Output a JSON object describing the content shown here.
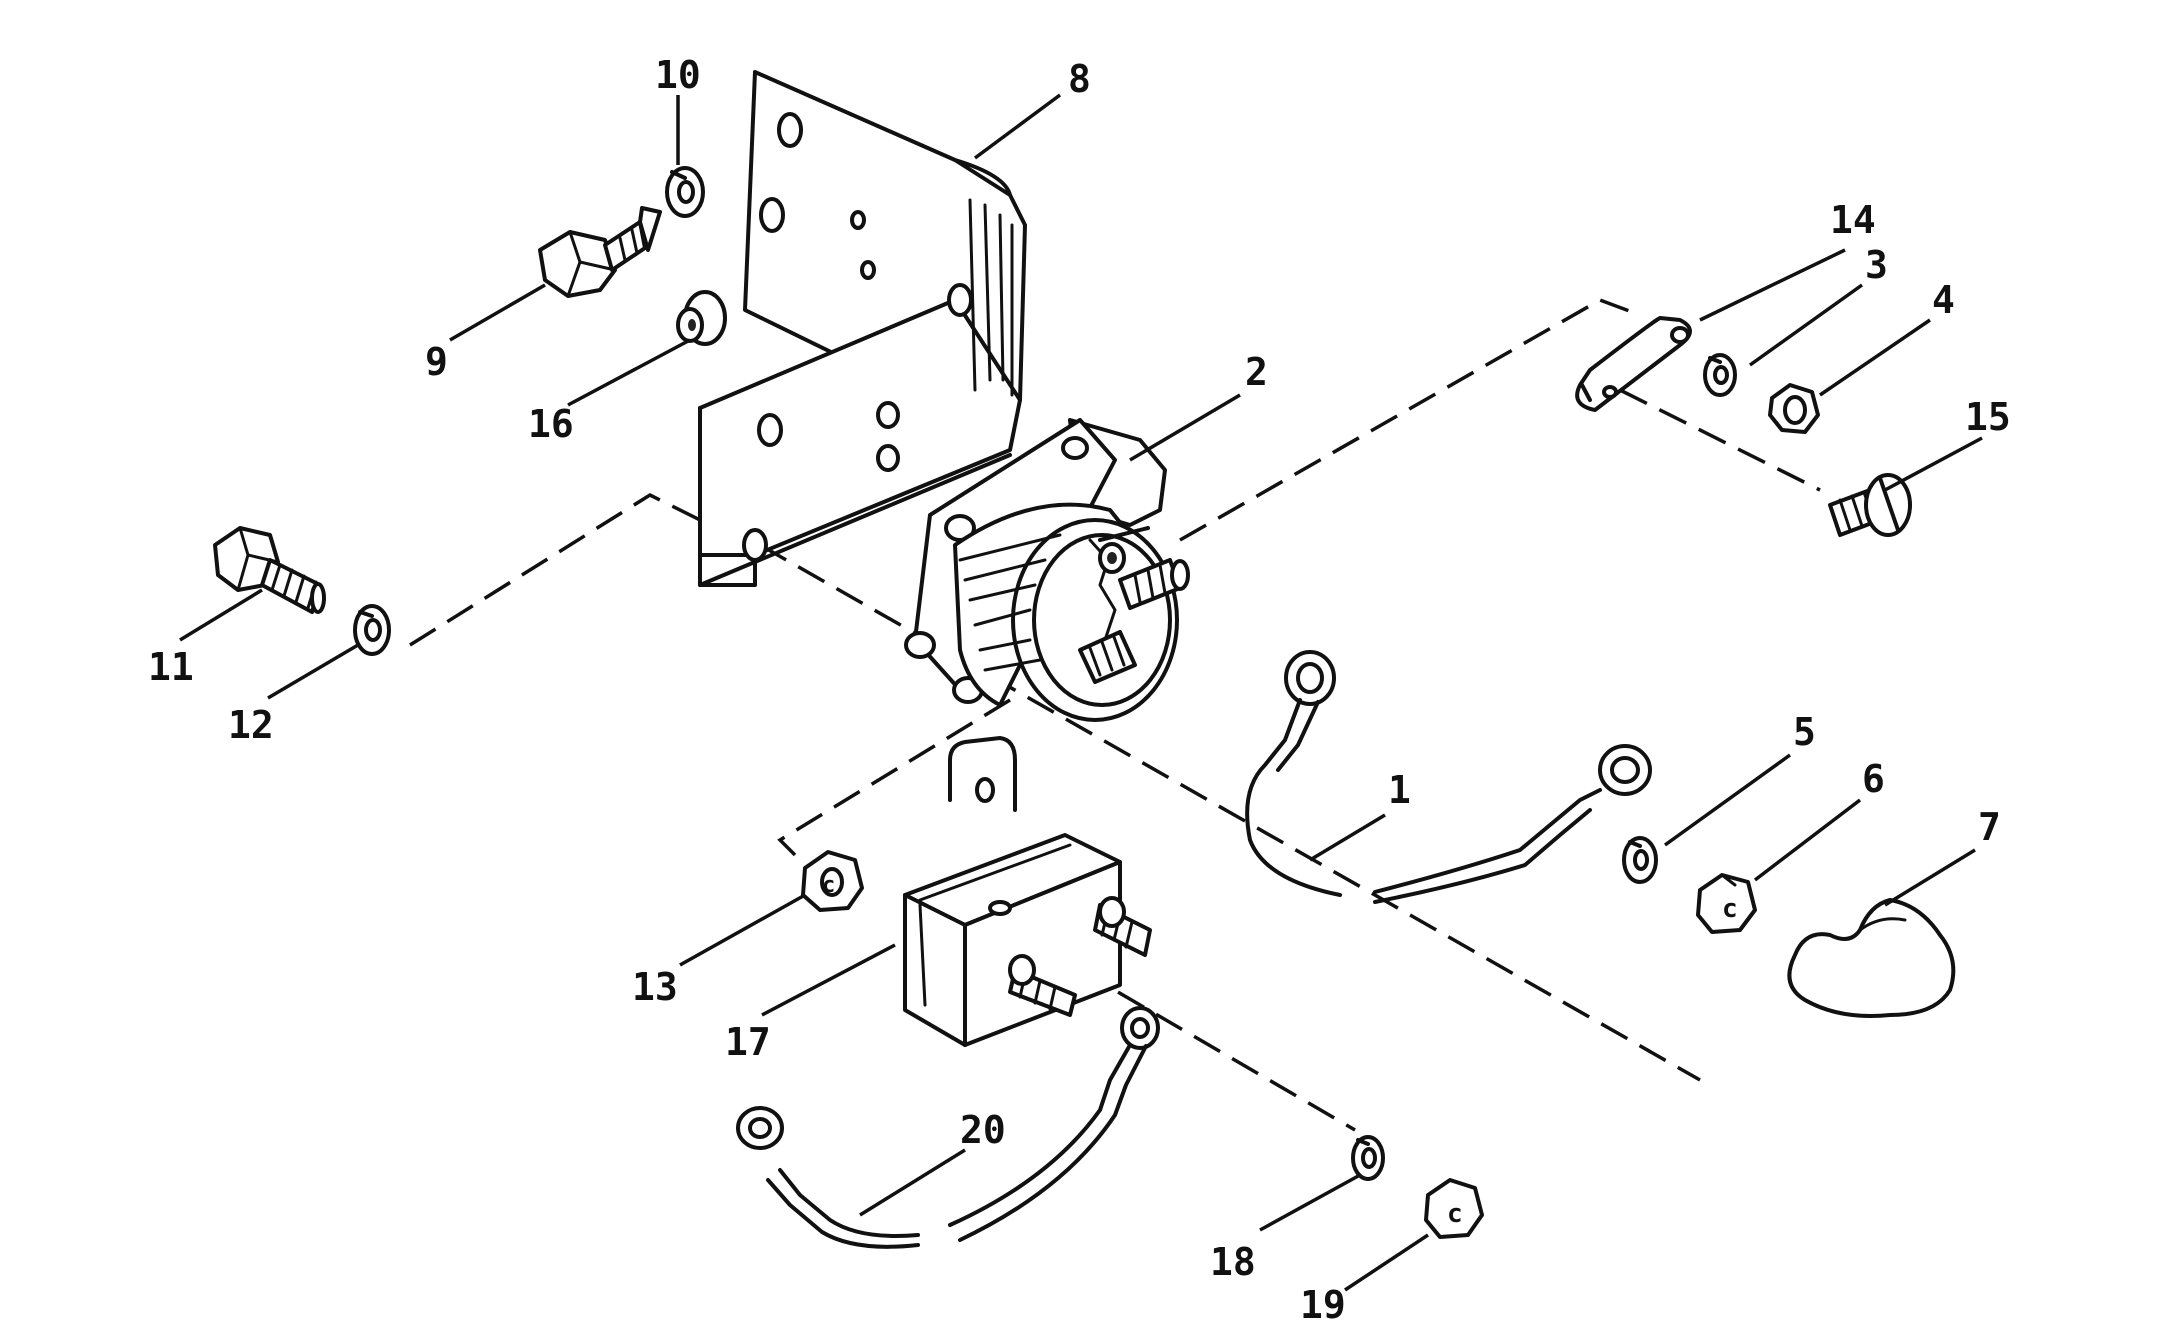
{
  "callouts": [
    {
      "id": "1",
      "label": "1"
    },
    {
      "id": "2",
      "label": "2"
    },
    {
      "id": "3",
      "label": "3"
    },
    {
      "id": "4",
      "label": "4"
    },
    {
      "id": "5",
      "label": "5"
    },
    {
      "id": "6",
      "label": "6"
    },
    {
      "id": "7",
      "label": "7"
    },
    {
      "id": "8",
      "label": "8"
    },
    {
      "id": "9",
      "label": "9"
    },
    {
      "id": "10",
      "label": "10"
    },
    {
      "id": "11",
      "label": "11"
    },
    {
      "id": "12",
      "label": "12"
    },
    {
      "id": "13",
      "label": "13"
    },
    {
      "id": "14",
      "label": "14"
    },
    {
      "id": "15",
      "label": "15"
    },
    {
      "id": "16",
      "label": "16"
    },
    {
      "id": "17",
      "label": "17"
    },
    {
      "id": "18",
      "label": "18"
    },
    {
      "id": "19",
      "label": "19"
    },
    {
      "id": "20",
      "label": "20"
    }
  ],
  "nut_mark": "c"
}
